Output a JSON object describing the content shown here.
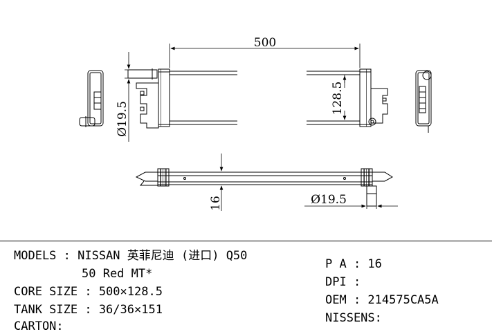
{
  "drawing": {
    "dim_width": "500",
    "dim_core_height": "128.5",
    "dim_pipe_dia_left": "Ø19.5",
    "dim_pipe_dia_bottom": "Ø19.5",
    "dim_thickness": "16"
  },
  "specs": {
    "models": "MODELS : NISSAN 英菲尼迪 (进口) Q50",
    "models_cont": "50 Red MT*",
    "core_size": "CORE SIZE : 500×128.5",
    "tank_size": "TANK SIZE : 36/36×151",
    "carton": "CARTON:",
    "pa": "P A : 16",
    "dpi": "DPI :",
    "oem": "OEM : 214575CA5A",
    "nissens": "NISSENS:"
  }
}
